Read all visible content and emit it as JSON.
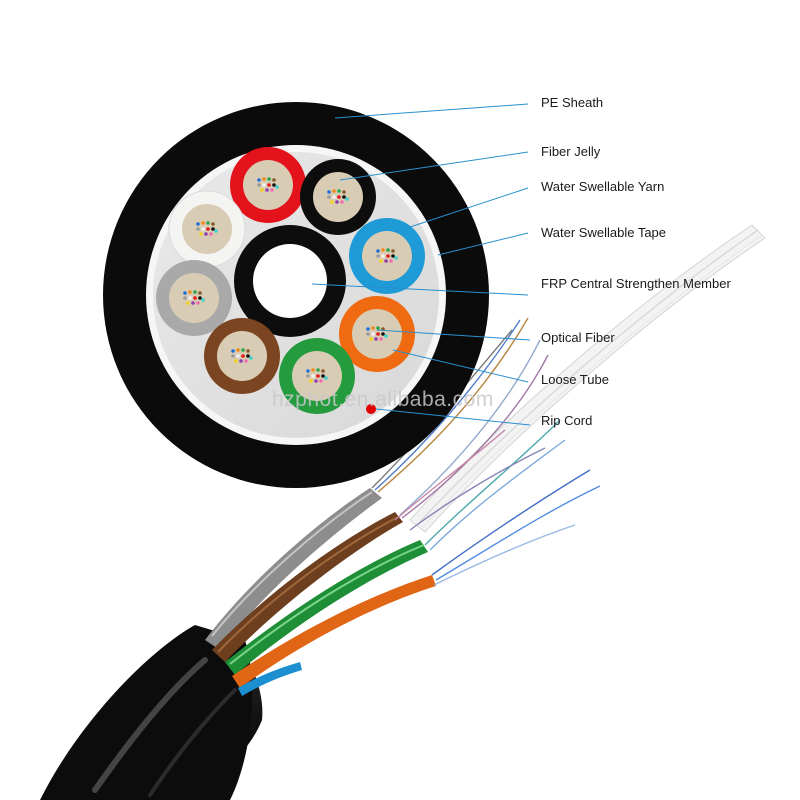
{
  "labels": {
    "pe_sheath": "PE Sheath",
    "fiber_jelly": "Fiber Jelly",
    "water_swellable_yarn": "Water Swellable Yarn",
    "water_swellable_tape": "Water Swellable Tape",
    "frp_member": "FRP Central Strengthen Member",
    "optical_fiber": "Optical Fiber",
    "loose_tube": "Loose Tube",
    "rip_cord": "Rip Cord"
  },
  "watermark": "hzphot.en.alibaba.com",
  "colors": {
    "sheath": "#0b0b0b",
    "leader_line": "#2a8fd0",
    "tube_red": "#e3121b",
    "tube_black": "#0d0d0d",
    "tube_white": "#f4f4f2",
    "tube_blue": "#1e9ad6",
    "tube_grey": "#a9a9a9",
    "tube_orange": "#ef6a10",
    "tube_brown": "#7a4520",
    "tube_green": "#249b3d",
    "gel": "#d9ccb4",
    "rip_cord": "#e00000"
  },
  "fiber_colors": [
    "#1e6fd9",
    "#f08a1c",
    "#2aa64a",
    "#8a5a2b",
    "#9a9a9a",
    "#f2f2f2",
    "#e31b1b",
    "#111111",
    "#f2d21b",
    "#8e3fb0",
    "#f06fb0",
    "#3fd0d0"
  ]
}
